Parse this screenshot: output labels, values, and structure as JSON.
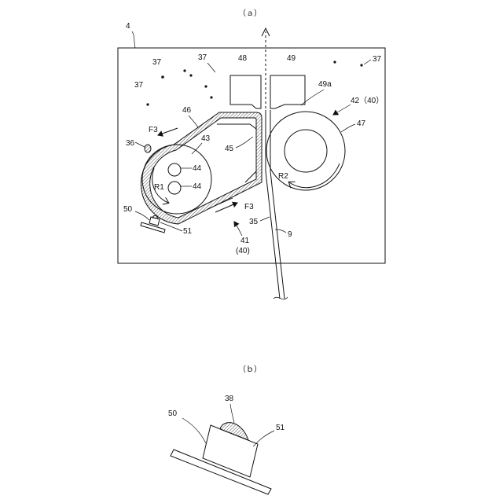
{
  "captions": {
    "a": "（ａ）",
    "b": "（ｂ）"
  },
  "labels": {
    "n4": "4",
    "n37a": "37",
    "n37b": "37",
    "n37c": "37",
    "n37d": "37",
    "n48": "48",
    "n49": "49",
    "n49a": "49a",
    "n42": "42（40）",
    "n46": "46",
    "n47": "47",
    "n36": "36",
    "n43": "43",
    "n45": "45",
    "n44a": "44",
    "n44b": "44",
    "nR1": "R1",
    "nR2": "R2",
    "nF3a": "F3",
    "nF3b": "F3",
    "n35": "35",
    "n9": "9",
    "n41": "41",
    "n40": "(40)",
    "n50a": "50",
    "n51a": "51",
    "n38": "38",
    "n50b": "50",
    "n51b": "51"
  }
}
